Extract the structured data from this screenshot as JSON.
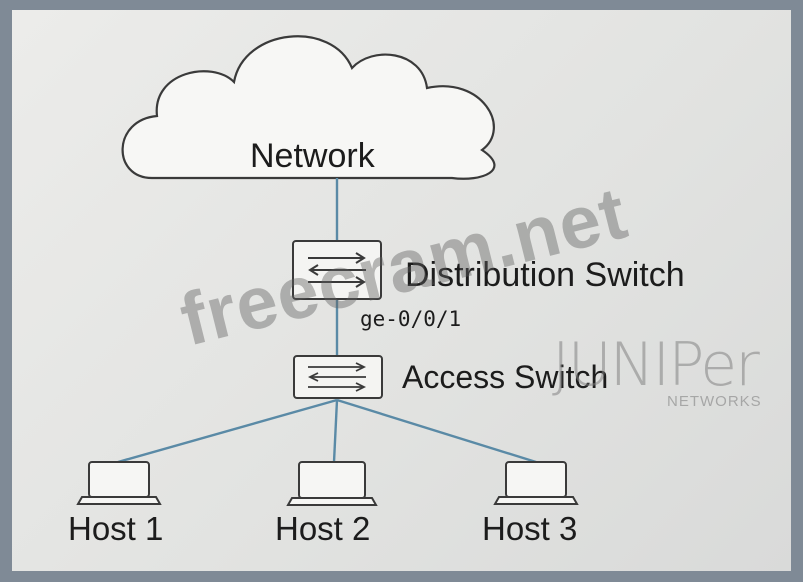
{
  "diagram": {
    "cloud_label": "Network",
    "distribution_switch_label": "Distribution Switch",
    "distribution_port_label": "ge-0/0/1",
    "access_switch_label": "Access Switch",
    "hosts": [
      "Host 1",
      "Host 2",
      "Host 3"
    ]
  },
  "watermark": {
    "text": "freecram.net"
  },
  "logo": {
    "wordmark": "JUNIPer",
    "subtext": "NETWORKS"
  },
  "colors": {
    "link": "#5a8aa6",
    "outline": "#3a3a3a",
    "frame": "#7f8a96"
  }
}
